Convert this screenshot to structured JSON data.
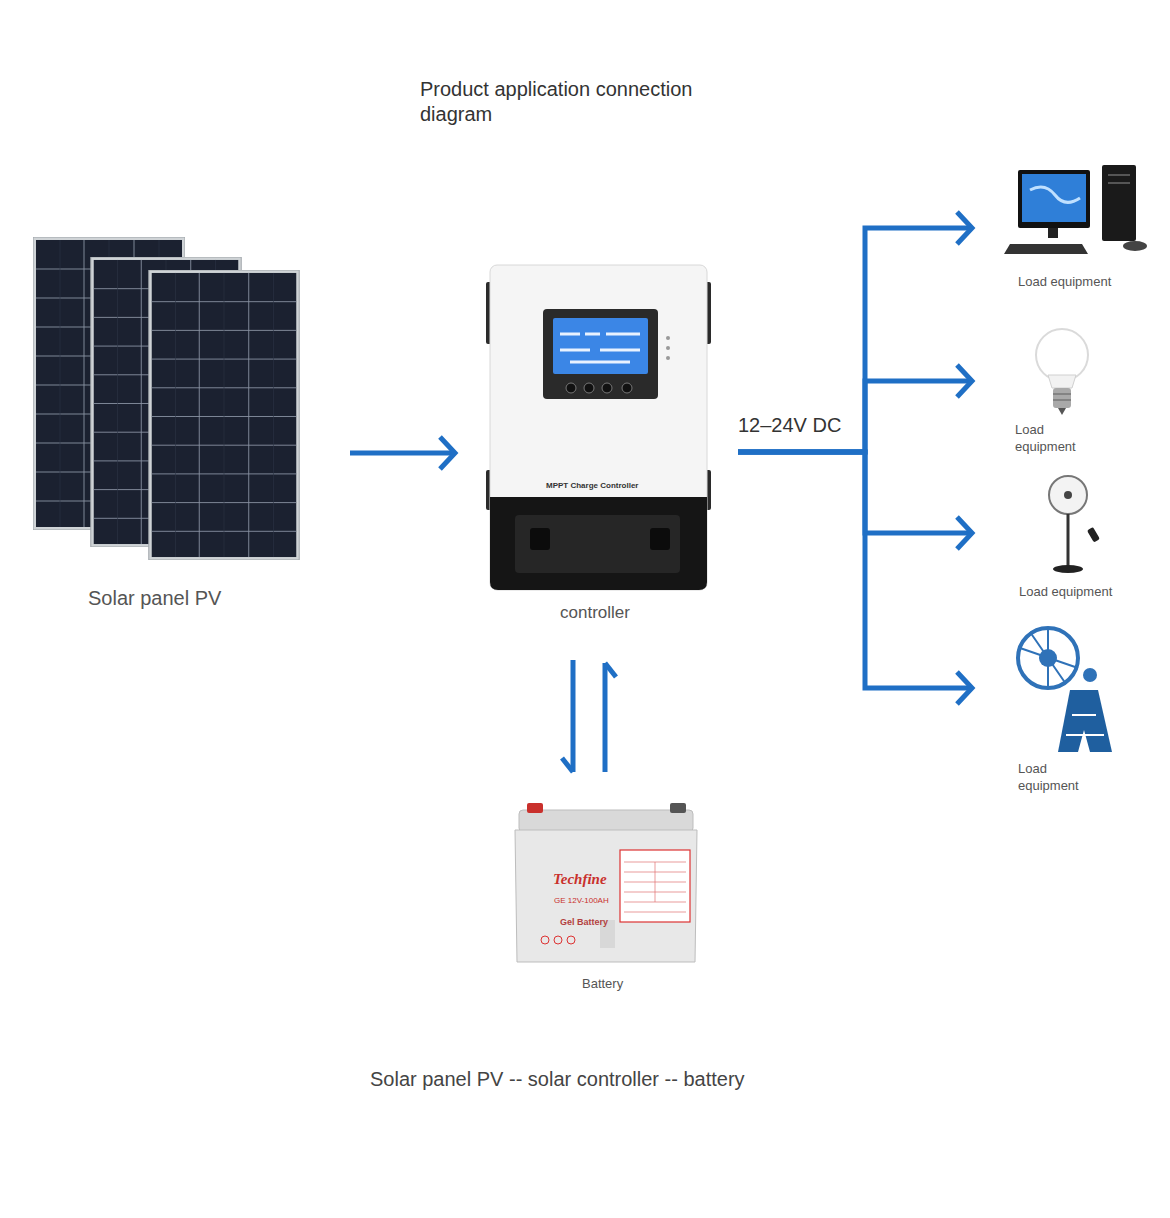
{
  "diagram": {
    "title": "Product application connection diagram",
    "caption": "Solar panel PV -- solar controller -- battery",
    "nodes": [
      {
        "text": [
          "Solar panel PV"
        ]
      },
      {
        "text": [
          "MPPT Charge Controller",
          "controller"
        ]
      },
      {
        "text": [
          "Techfine",
          "GE 12V-100AH",
          "Gel Battery",
          "Battery"
        ]
      },
      {
        "text": [
          "Load equipment"
        ]
      },
      {
        "text": [
          "Load equipment"
        ]
      },
      {
        "text": [
          "Load equipment"
        ]
      },
      {
        "text": [
          "Load equipment"
        ]
      }
    ],
    "edges": [
      {
        "from": 0,
        "to": 1,
        "arrow": "to"
      },
      {
        "from": 1,
        "to": 2,
        "arrow": "both"
      },
      {
        "from": 1,
        "to": 3,
        "label": "12–24V DC",
        "arrow": "to"
      },
      {
        "from": 1,
        "to": 4,
        "arrow": "to"
      },
      {
        "from": 1,
        "to": 5,
        "arrow": "to"
      },
      {
        "from": 1,
        "to": 6,
        "arrow": "to"
      }
    ]
  }
}
